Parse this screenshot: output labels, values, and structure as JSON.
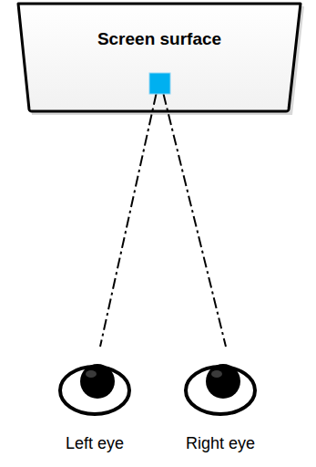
{
  "diagram": {
    "nodes": [
      {
        "text": [
          "Screen surface"
        ]
      },
      {
        "text": [
          "Left eye"
        ]
      },
      {
        "text": [
          "Right eye"
        ]
      }
    ],
    "edges": [
      {
        "from": 0,
        "to": 1,
        "arrow": "none"
      },
      {
        "from": 0,
        "to": 2,
        "arrow": "none"
      }
    ]
  }
}
